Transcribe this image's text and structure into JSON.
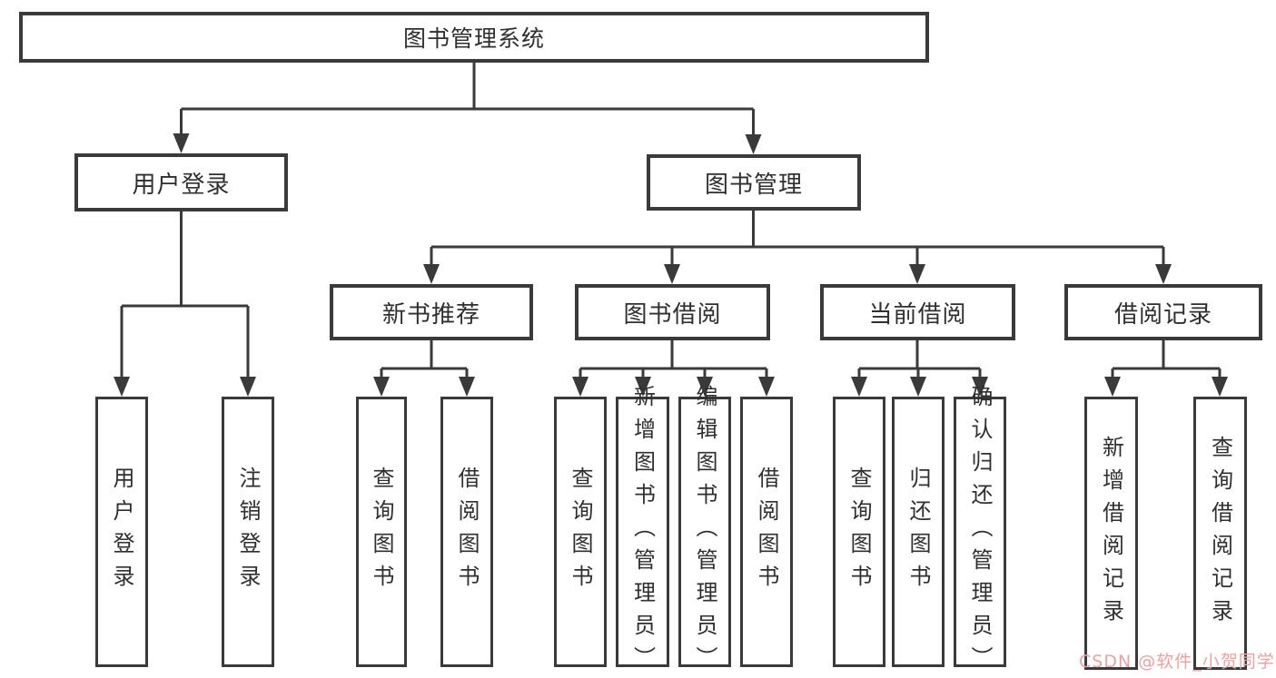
{
  "tree": {
    "label": "图书管理系统",
    "children": [
      {
        "label": "用户登录",
        "children": [
          {
            "label": "用户登录"
          },
          {
            "label": "注销登录"
          }
        ]
      },
      {
        "label": "图书管理",
        "children": [
          {
            "label": "新书推荐",
            "children": [
              {
                "label": "查询图书"
              },
              {
                "label": "借阅图书"
              }
            ]
          },
          {
            "label": "图书借阅",
            "children": [
              {
                "label": "查询图书"
              },
              {
                "label": "新增图书（管理员）"
              },
              {
                "label": "编辑图书（管理员）"
              },
              {
                "label": "借阅图书"
              }
            ]
          },
          {
            "label": "当前借阅",
            "children": [
              {
                "label": "查询图书"
              },
              {
                "label": "归还图书"
              },
              {
                "label": "确认归还（管理员）"
              }
            ]
          },
          {
            "label": "借阅记录",
            "children": [
              {
                "label": "新增借阅记录"
              },
              {
                "label": "查询借阅记录"
              }
            ]
          }
        ]
      }
    ]
  },
  "watermark": {
    "text": "CSDN @软件_小贺同学"
  },
  "colors": {
    "line": "#3a3a3a",
    "text": "#2f2f2f",
    "watermark": "#efa0a0",
    "background": "#ffffff"
  }
}
